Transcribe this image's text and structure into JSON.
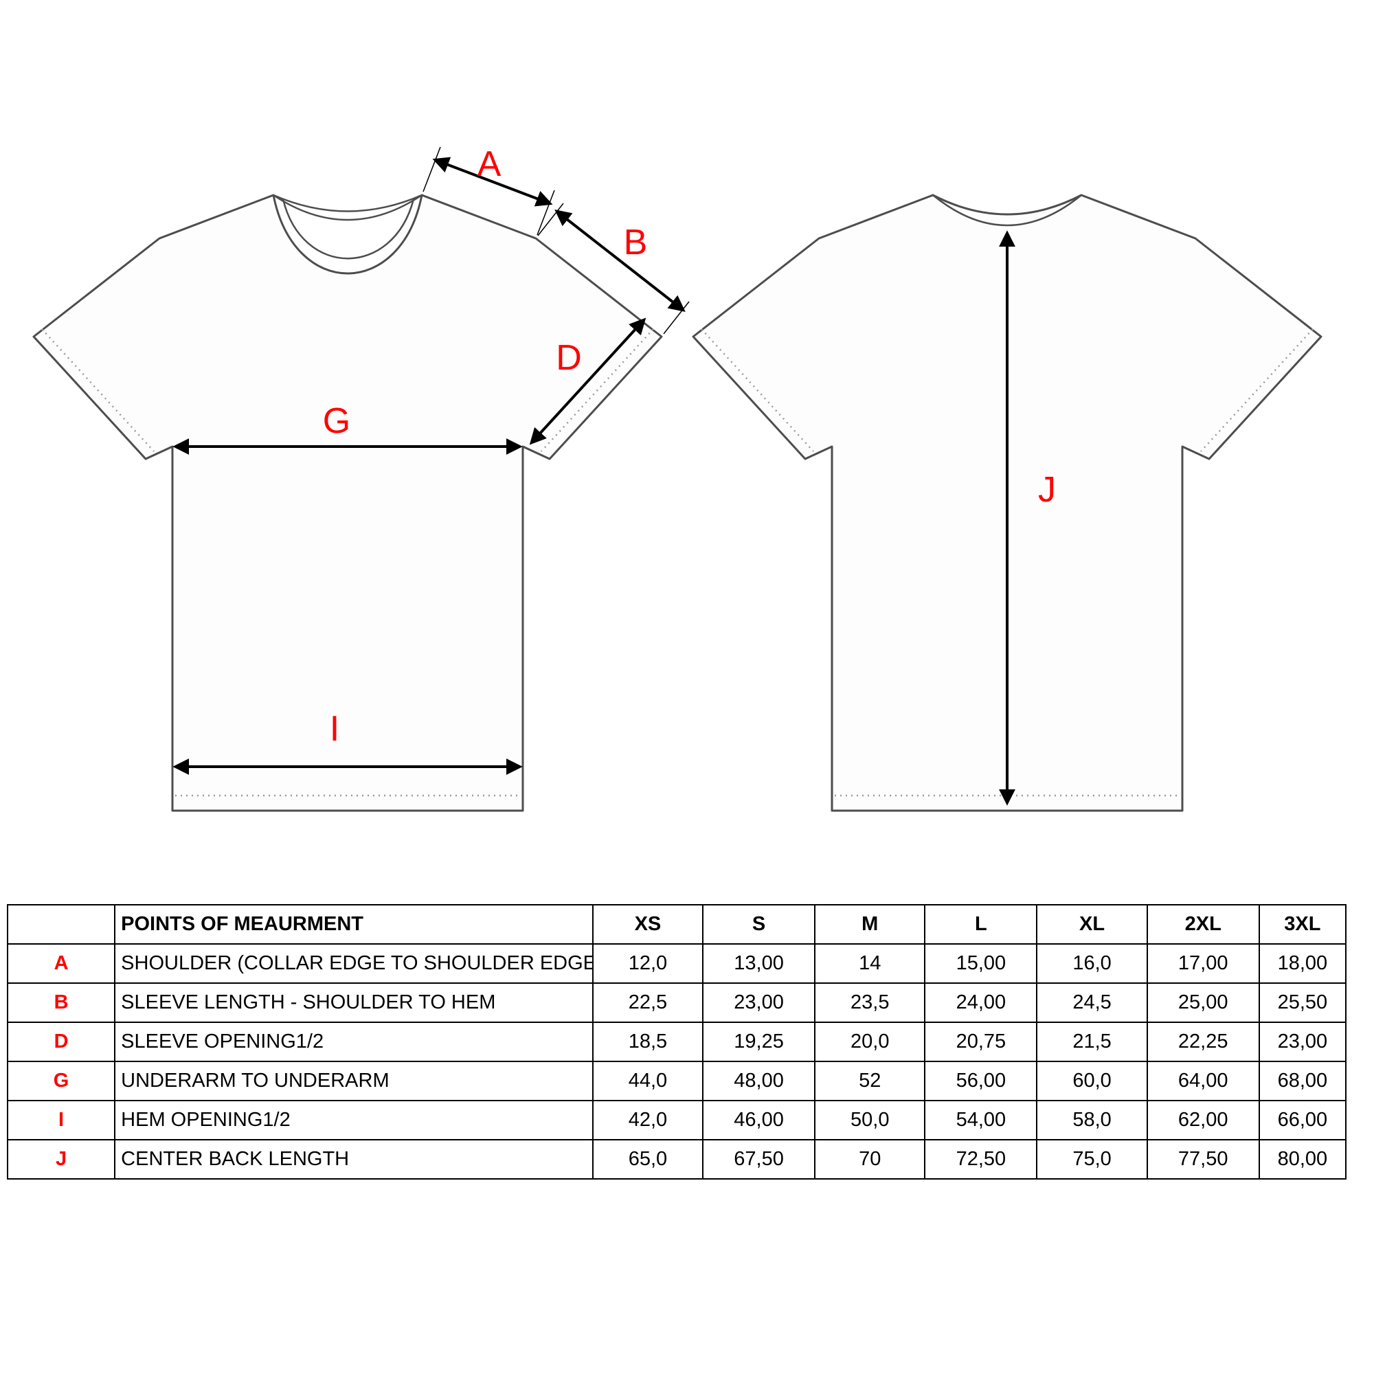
{
  "diagram": {
    "labels": {
      "A": "A",
      "B": "B",
      "D": "D",
      "G": "G",
      "I": "I",
      "J": "J"
    },
    "label_color": "#ff0000"
  },
  "table": {
    "header": {
      "letter": "",
      "description": "POINTS OF MEAURMENT",
      "sizes": [
        "XS",
        "S",
        "M",
        "L",
        "XL",
        "2XL",
        "3XL"
      ]
    },
    "rows": [
      {
        "letter": "A",
        "description": "SHOULDER (COLLAR EDGE TO SHOULDER EDGE)",
        "values": [
          "12,0",
          "13,00",
          "14",
          "15,00",
          "16,0",
          "17,00",
          "18,00"
        ]
      },
      {
        "letter": "B",
        "description": "SLEEVE LENGTH - SHOULDER TO HEM",
        "values": [
          "22,5",
          "23,00",
          "23,5",
          "24,00",
          "24,5",
          "25,00",
          "25,50"
        ]
      },
      {
        "letter": "D",
        "description": "SLEEVE OPENING1/2",
        "values": [
          "18,5",
          "19,25",
          "20,0",
          "20,75",
          "21,5",
          "22,25",
          "23,00"
        ]
      },
      {
        "letter": "G",
        "description": "UNDERARM TO UNDERARM",
        "values": [
          "44,0",
          "48,00",
          "52",
          "56,00",
          "60,0",
          "64,00",
          "68,00"
        ]
      },
      {
        "letter": "I",
        "description": "HEM OPENING1/2",
        "values": [
          "42,0",
          "46,00",
          "50,0",
          "54,00",
          "58,0",
          "62,00",
          "66,00"
        ]
      },
      {
        "letter": "J",
        "description": "CENTER BACK LENGTH",
        "values": [
          "65,0",
          "67,50",
          "70",
          "72,50",
          "75,0",
          "77,50",
          "80,00"
        ]
      }
    ]
  }
}
